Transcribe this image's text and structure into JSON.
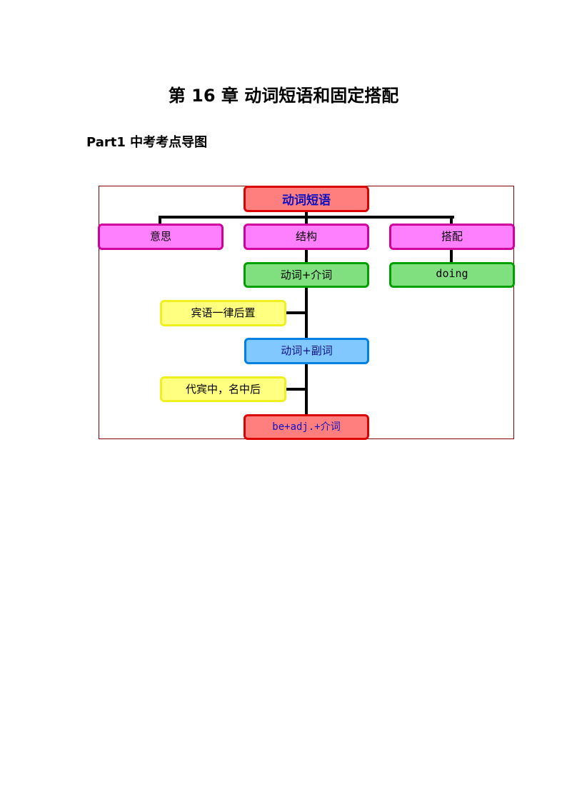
{
  "title": "第 16 章  动词短语和固定搭配",
  "part_heading": "Part1  中考考点导图",
  "diagram": {
    "root": "动词短语",
    "level1": [
      "意思",
      "结构",
      "搭配"
    ],
    "structure_branch": {
      "verb_prep": "动词+介词",
      "verb_prep_note": "宾语一律后置",
      "verb_adv": "动词+副词",
      "verb_adv_note": "代宾中，名中后",
      "be_adj_prep": "be+adj.+介词"
    },
    "collocation_branch": {
      "item": "doing"
    },
    "colors": {
      "red": "#ff7f7f",
      "magenta": "#ff80ff",
      "green": "#80e080",
      "yellow": "#ffff80",
      "blue": "#80c8ff",
      "frame": "#800000"
    }
  }
}
